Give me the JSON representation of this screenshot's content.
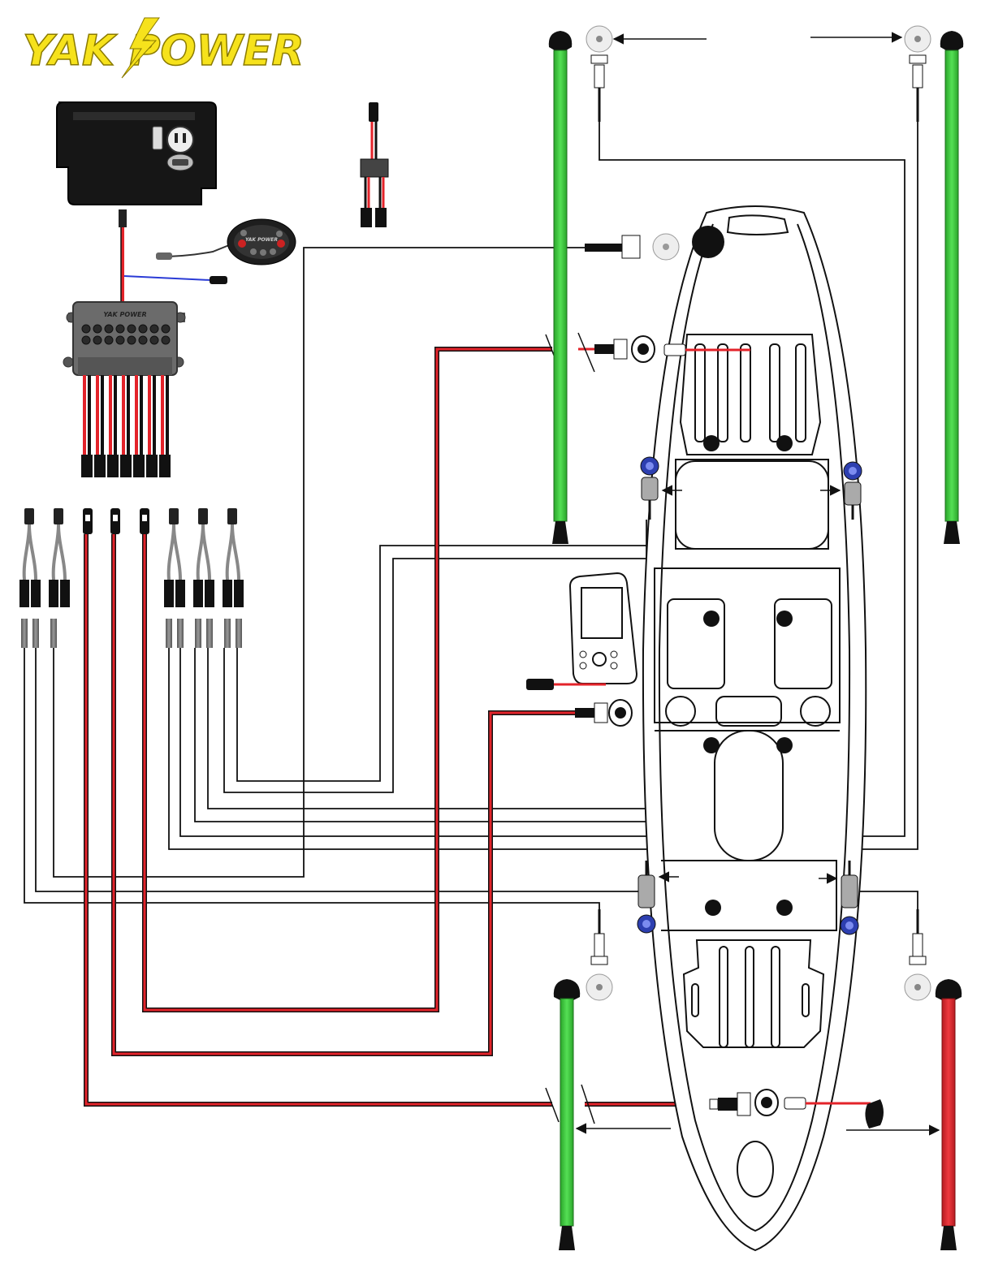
{
  "brand": {
    "logo_text": "YAK POWER",
    "mini_logo_text": "YAK POWER"
  },
  "colors": {
    "wire_red": "#e3232a",
    "wire_black": "#111111",
    "wire_blue": "#2a3bd6",
    "light_green": "#3cc43c",
    "light_red": "#d8262b",
    "logo_yellow": "#f6e21c",
    "accent_blue": "#2d3fb0"
  },
  "components": {
    "power_box": "power-box-with-usb-and-outlet",
    "switch_remote": "wireless-remote",
    "fuse_block": "8-way-switch-module",
    "y_splitter": "sae-y-splitter",
    "fish_finder": "fish-finder-display",
    "kayak": "kayak-top-view",
    "connector_plugs": 8
  }
}
